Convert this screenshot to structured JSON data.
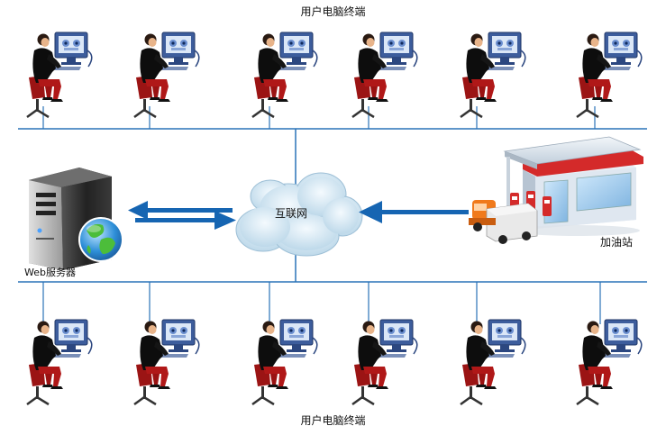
{
  "labels": {
    "top_terminals": "用户电脑终端",
    "bottom_terminals": "用户电脑终端",
    "internet": "互联网",
    "server": "Web服务器",
    "gas_station": "加油站"
  },
  "terminals": {
    "top_count": 6,
    "bottom_count": 6,
    "icon": "user-at-computer-icon"
  },
  "icons": {
    "server": "server-tower-icon",
    "globe": "globe-icon",
    "cloud": "cloud-icon",
    "gas_station": "gas-station-icon",
    "truck": "tanker-truck-icon"
  },
  "colors": {
    "bus_line": "#2a73b8",
    "arrow": "#1665b2",
    "cloud": "#cfe3ef",
    "station_red": "#d42a2a",
    "person": "#111111",
    "chair": "#b01818",
    "monitor": "#4a6fb3"
  }
}
